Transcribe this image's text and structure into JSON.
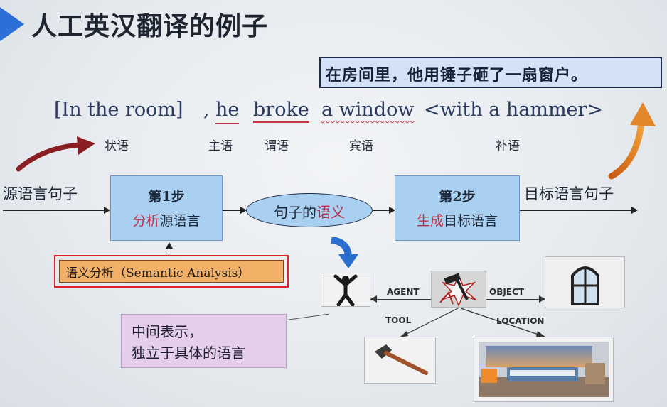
{
  "title": "人工英汉翻译的例子",
  "translation_result": "在房间里，他用锤子砸了一扇窗户。",
  "sentence": {
    "adverbial": "[In the room]",
    "comma": ",",
    "subject": "he",
    "predicate": "broke",
    "object": "a window",
    "complement": "<with a hammer>"
  },
  "grammar_labels": {
    "adverbial": "状语",
    "subject": "主语",
    "predicate": "谓语",
    "object": "宾语",
    "complement": "补语"
  },
  "flow": {
    "source": "源语言句子",
    "step1_title": "第1步",
    "step1_red": "分析",
    "step1_rest": "源语言",
    "meaning_prefix": "句子的",
    "meaning_red": "语义",
    "step2_title": "第2步",
    "step2_red": "生成",
    "step2_rest": "目标语言",
    "target": "目标语言句子"
  },
  "semantic_analysis": "语义分析（Semantic Analysis）",
  "intermediate": {
    "line1": "中间表示，",
    "line2": "独立于具体的语言"
  },
  "relations": {
    "agent": "AGENT",
    "object": "OBJECT",
    "tool": "TOOL",
    "location": "LOCATION"
  },
  "colors": {
    "accent_blue": "#2c6fd6",
    "box_blue": "#a9cff1",
    "highlight_red": "#c0394b",
    "label_orange": "#f2b066",
    "mid_purple": "#e5cdec"
  }
}
